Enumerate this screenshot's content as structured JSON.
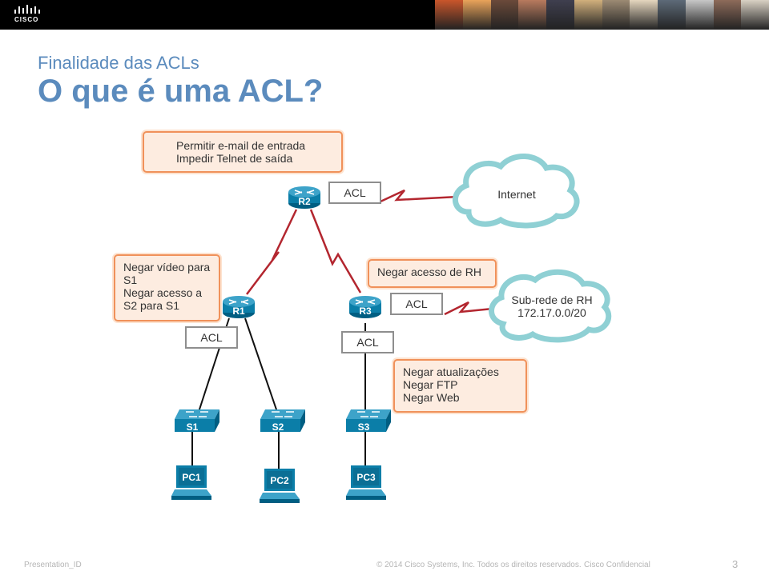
{
  "header": {
    "logo_text": "CISCO",
    "photo_colors": [
      "#c9562b",
      "#e9a35a",
      "#6b4a3a",
      "#b87a5e",
      "#3f3f4f",
      "#d1b07c",
      "#9c8a73",
      "#e5d6be",
      "#5d6a78",
      "#c7c7c7",
      "#8d6b5a",
      "#d9d1c4"
    ]
  },
  "slide": {
    "subtitle": "Finalidade das ACLs",
    "title": "O que é uma ACL?"
  },
  "diagram": {
    "box_r2": "Permitir e-mail de entrada\nImpedir Telnet de saída",
    "box_r1": "Negar vídeo para\nS1\nNegar acesso a\nS2 para S1",
    "box_r3": "Negar acesso de RH",
    "box_s3": "Negar atualizações\nNegar FTP\nNegar Web",
    "acl_label": "ACL",
    "internet_label": "Internet",
    "subnet_label_line1": "Sub-rede de RH",
    "subnet_label_line2": "172.17.0.0/20",
    "routers": [
      "R2",
      "R1",
      "R3"
    ],
    "switches": [
      "S1",
      "S2",
      "S3"
    ],
    "pcs": [
      "PC1",
      "PC2",
      "PC3"
    ]
  },
  "footer": {
    "presentation_id": "Presentation_ID",
    "copyright": "© 2014 Cisco Systems, Inc. Todos os direitos reservados.",
    "confidential": "Cisco Confidencial",
    "page_number": "3"
  }
}
